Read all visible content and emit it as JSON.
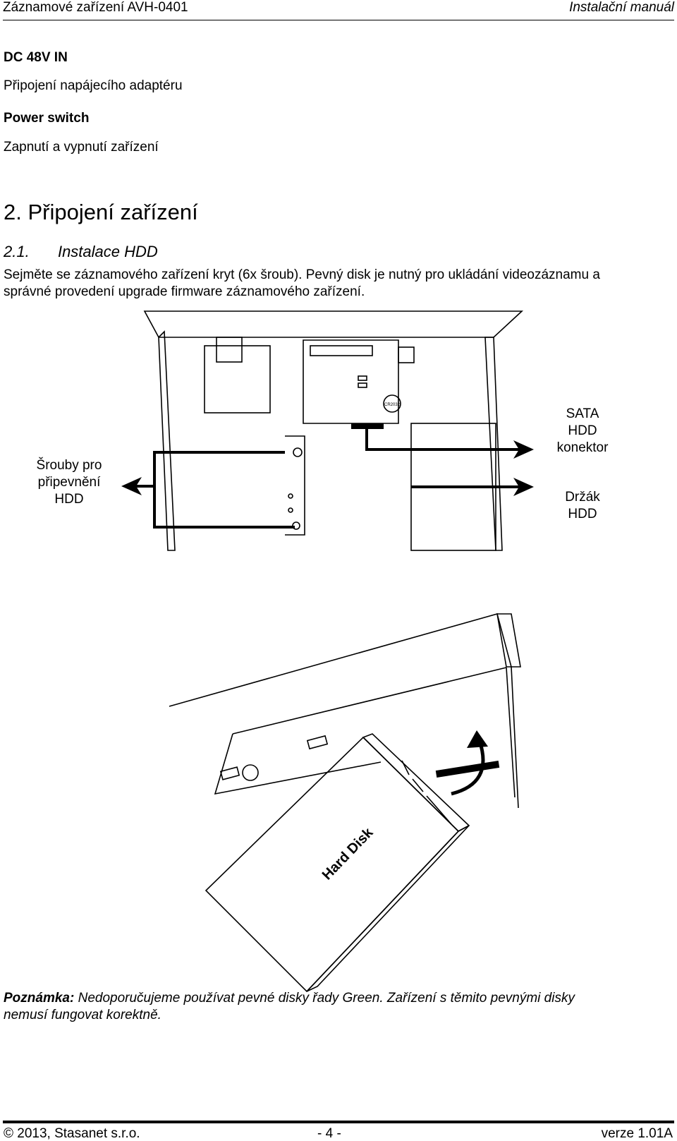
{
  "header": {
    "left": "Záznamové zařízení AVH-0401",
    "right": "Instalační manuál"
  },
  "rear_panel": [
    {
      "term": "DC 48V IN",
      "desc": "Připojení napájecího adaptéru"
    },
    {
      "term": "Power switch",
      "desc": "Zapnutí a vypnutí zařízení"
    }
  ],
  "section": {
    "number": "2.",
    "title": "Připojení zařízení"
  },
  "subsection": {
    "number": "2.1.",
    "title": "Instalace HDD"
  },
  "intro": {
    "line1": "Sejměte se záznamového zařízení kryt (6x šroub). Pevný disk je nutný pro ukládání videozáznamu a",
    "line2": "správné provedení upgrade firmware záznamového zařízení."
  },
  "figure1": {
    "label_screws": [
      "Šrouby pro",
      "připevnění",
      "HDD"
    ],
    "label_sata": [
      "SATA",
      "HDD",
      "konektor"
    ],
    "label_holder": [
      "Držák",
      "HDD"
    ],
    "chip_text": "CR2032"
  },
  "figure2": {
    "disk_text": "Hard Disk"
  },
  "note": {
    "label": "Poznámka:",
    "line1": " Nedoporučujeme používat pevné disky řady Green. Zařízení s těmito pevnými disky",
    "line2": "nemusí fungovat korektně."
  },
  "footer": {
    "left": "© 2013, Stasanet s.r.o.",
    "center": "- 4 -",
    "right": "verze 1.01A"
  }
}
